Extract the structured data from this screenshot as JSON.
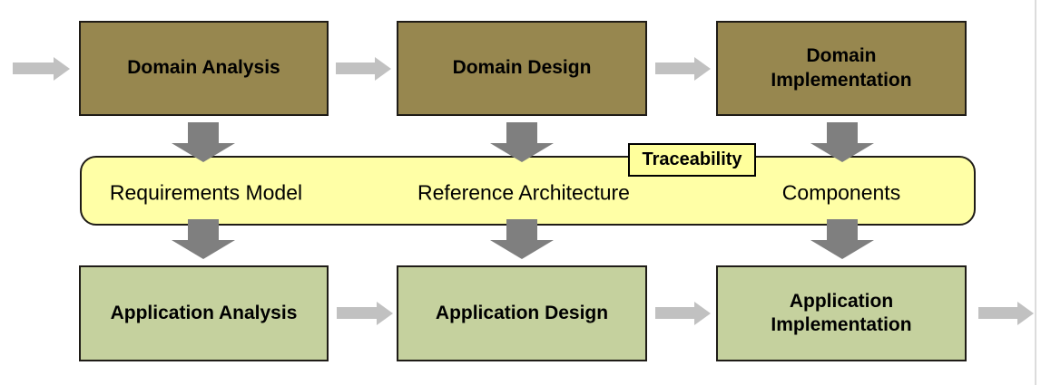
{
  "top_row": [
    {
      "label": "Domain Analysis"
    },
    {
      "label": "Domain Design"
    },
    {
      "label": "Domain Implementation"
    }
  ],
  "band": {
    "tag": "Traceability",
    "items": [
      "Requirements Model",
      "Reference Architecture",
      "Components"
    ]
  },
  "bottom_row": [
    {
      "label": "Application Analysis"
    },
    {
      "label": "Application Design"
    },
    {
      "label": "Application Implementation"
    }
  ],
  "colors": {
    "domain_box_fill": "#97874F",
    "application_box_fill": "#C5D19E",
    "band_fill": "#FFFFA6",
    "tag_fill": "#FFFF9C",
    "box_border": "#1F1C17",
    "vertical_arrow": "#7F7F7F",
    "horizontal_arrow": "#C1C1C1",
    "text": "#000000",
    "page_edge_line": "#DCDCDC",
    "background": "#FFFFFF"
  }
}
